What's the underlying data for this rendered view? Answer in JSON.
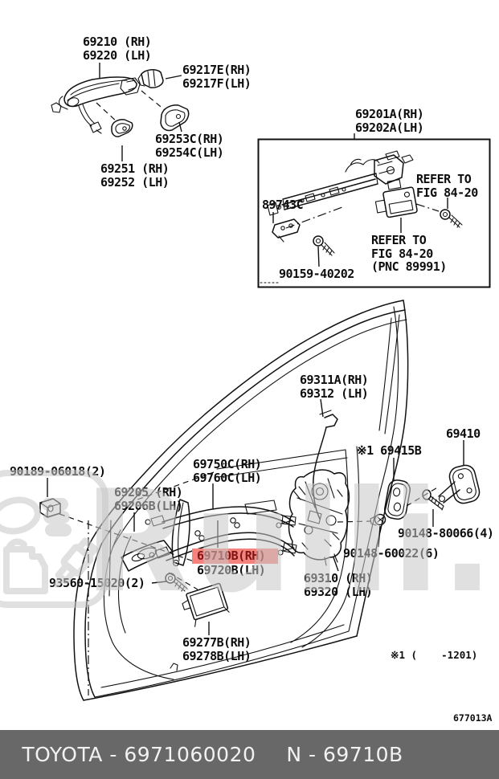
{
  "title": "Toyota front door lock and handle parts diagram",
  "highlighted_part": "69710B(RH)",
  "labels": {
    "l69210": {
      "l1": "69210 (RH)",
      "l2": "69220 (LH)"
    },
    "l69217": {
      "l1": "69217E(RH)",
      "l2": "69217F(LH)"
    },
    "l69253": {
      "l1": "69253C(RH)",
      "l2": "69254C(LH)"
    },
    "l69251": {
      "l1": "69251 (RH)",
      "l2": "69252 (LH)"
    },
    "l69201": {
      "l1": "69201A(RH)",
      "l2": "69202A(LH)"
    },
    "l89743": {
      "l1": "89743C"
    },
    "refer_fig": {
      "l1": "REFER TO",
      "l2": "FIG 84-20"
    },
    "refer_pnc": {
      "l1": "REFER TO",
      "l2": "FIG 84-20",
      "l3": "(PNC 89991)"
    },
    "l90159": {
      "l1": "90159-40202"
    },
    "l69311": {
      "l1": "69311A(RH)",
      "l2": "69312 (LH)"
    },
    "l69410": {
      "l1": "69410"
    },
    "l69415": {
      "l1": "※1 69415B"
    },
    "l90189": {
      "l1": "90189-06018(2)"
    },
    "l69750": {
      "l1": "69750C(RH)",
      "l2": "69760C(LH)"
    },
    "l69205": {
      "l1": "69205 (RH)",
      "l2": "69206B(LH)"
    },
    "l69710": {
      "l1": "69710B(RH)",
      "l2": "69720B(LH)"
    },
    "l90148_80066": {
      "l1": "90148-80066(4)"
    },
    "l90148_60022": {
      "l1": "90148-60022(6)"
    },
    "l69310": {
      "l1": "69310 (RH)",
      "l2": "69320 (LH)"
    },
    "l93560": {
      "l1": "93560-15020(2)"
    },
    "l69277": {
      "l1": "69277B(RH)",
      "l2": "69278B(LH)"
    }
  },
  "notes": {
    "applicability": "※1 (    -1201)",
    "figure_code": "677013A"
  },
  "footer": {
    "left": "TOYOTA - 6971060020",
    "right": "N - 69710B"
  },
  "watermark": {
    "text": "Rulli.ru",
    "icon": "auto-parts-logo-icon"
  },
  "colors": {
    "highlight_bg": "#f4837d",
    "highlight_text": "#7c1414",
    "footer_bg": "#686868",
    "footer_text": "#f2f2f2",
    "line": "#111111",
    "watermark": "#c8c8c8"
  }
}
